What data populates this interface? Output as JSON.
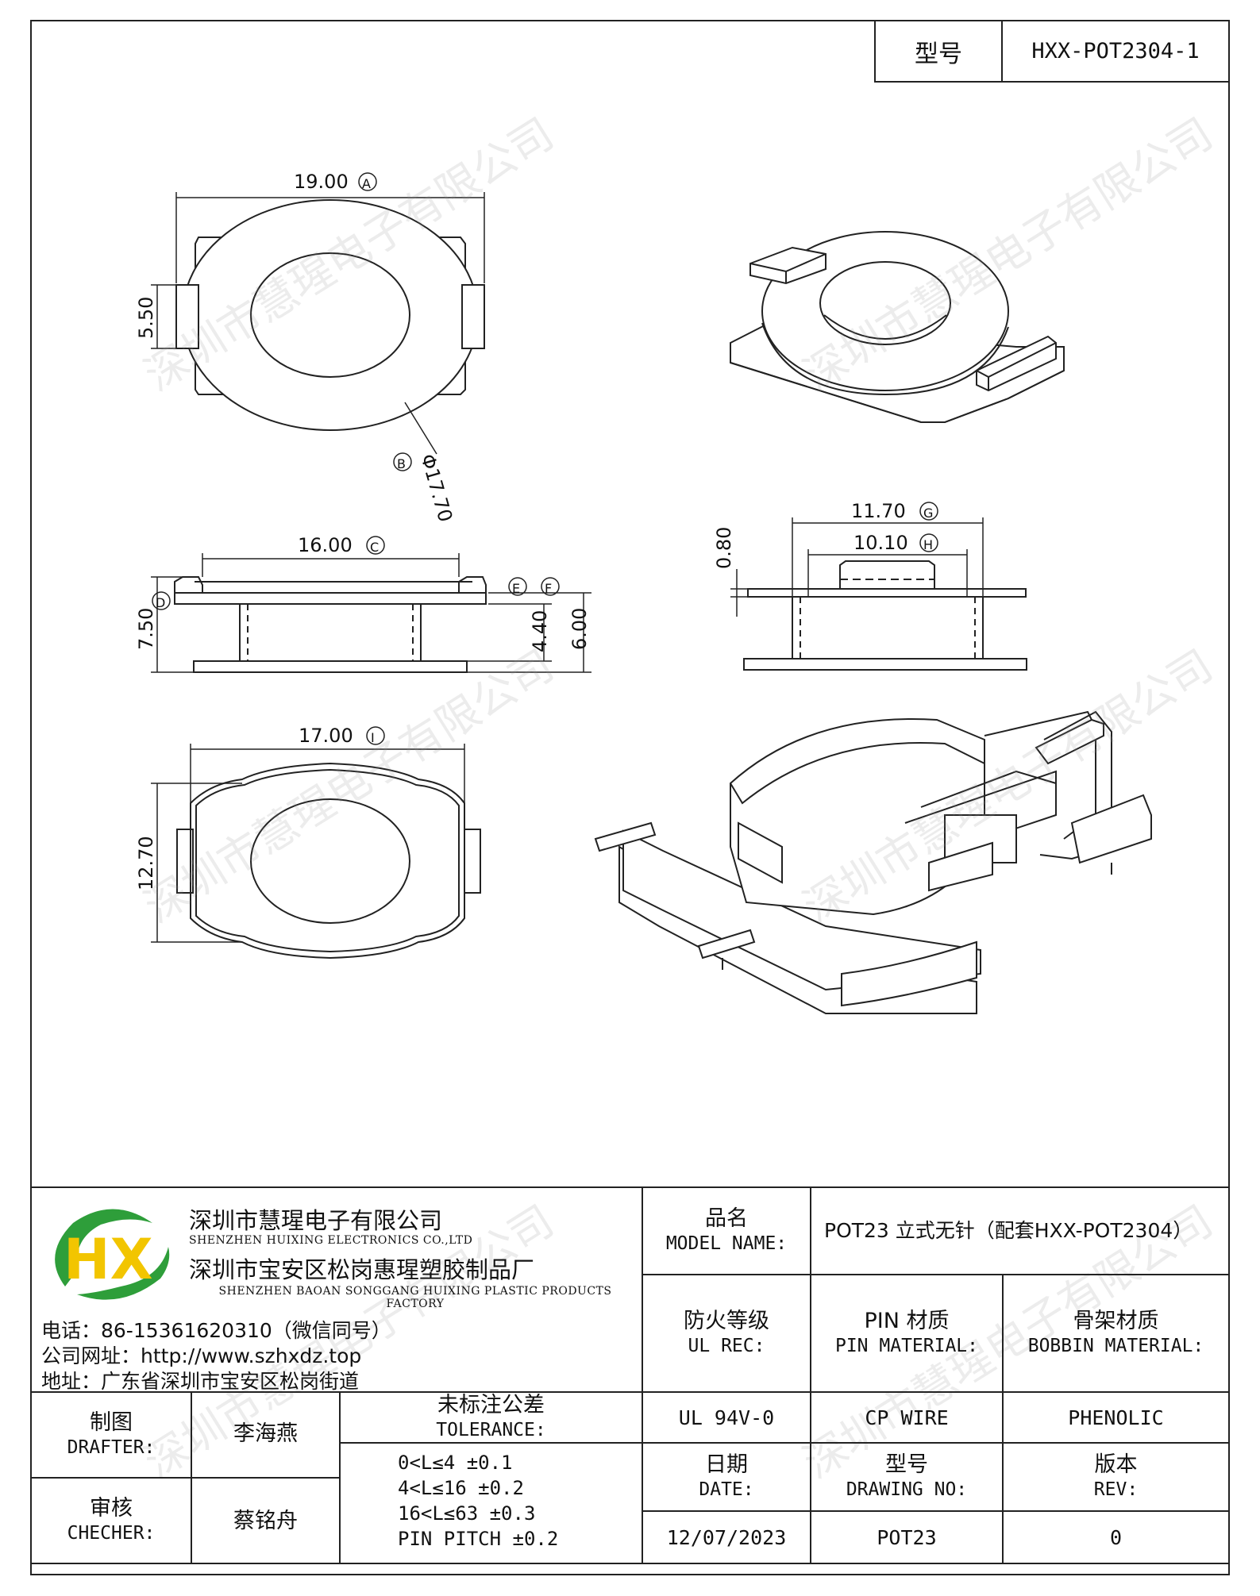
{
  "header": {
    "model_key": "型号",
    "model_value": "HXX-POT2304-1"
  },
  "dimensions": {
    "a": "19.00",
    "b": "5.50",
    "c": "Φ17.70",
    "d": "16.00",
    "e": "7.50",
    "f": "4.40",
    "g": "6.00",
    "h": "11.70",
    "i": "10.10",
    "j": "0.80",
    "k": "17.00",
    "l": "12.70",
    "marks": {
      "A": "A",
      "B": "B",
      "C": "C",
      "D": "D",
      "E": "E",
      "F": "F",
      "G": "G",
      "H": "H",
      "I": "I"
    }
  },
  "company": {
    "name_cn": "深圳市慧瑆电子有限公司",
    "name_en": "SHENZHEN HUIXING ELECTRONICS CO.,LTD",
    "factory_cn": "深圳市宝安区松岗惠瑆塑胶制品厂",
    "factory_en": "SHENZHEN BAOAN SONGGANG HUIXING PLASTIC PRODUCTS FACTORY",
    "phone": "电话：86-15361620310（微信同号）",
    "web": "公司网址：http://www.szhxdz.top",
    "address": "地址：广东省深圳市宝安区松岗街道",
    "logo": {
      "text": "HX",
      "colors": [
        "#2e9e3a",
        "#f2c500"
      ]
    }
  },
  "title_block": {
    "model_name_cn": "品名",
    "model_name_en": "MODEL NAME:",
    "model_name_value": "POT23 立式无针（配套HXX-POT2304）",
    "ul_cn": "防火等级",
    "ul_en": "UL REC:",
    "pin_cn": "PIN 材质",
    "pin_en": "PIN MATERIAL:",
    "bobbin_cn": "骨架材质",
    "bobbin_en": "BOBBIN MATERIAL:",
    "ul_value": "UL 94V-0",
    "pin_value": "CP WIRE",
    "bobbin_value": "PHENOLIC",
    "date_cn": "日期",
    "date_en": "DATE:",
    "dwg_cn": "型号",
    "dwg_en": "DRAWING NO:",
    "rev_cn": "版本",
    "rev_en": "REV:",
    "date_value": "12/07/2023",
    "dwg_value": "POT23",
    "rev_value": "0",
    "drafter_cn": "制图",
    "drafter_en": "DRAFTER:",
    "drafter_value": "李海燕",
    "checker_cn": "审核",
    "checker_en": "CHECHER:",
    "checker_value": "蔡铭舟",
    "tol_cn": "未标注公差",
    "tol_en": "TOLERANCE:",
    "tol_lines": [
      "0<L≤4   ±0.1",
      "4<L≤16  ±0.2",
      "16<L≤63  ±0.3",
      "PIN PITCH  ±0.2"
    ]
  },
  "watermark": "深圳市慧瑆电子有限公司"
}
